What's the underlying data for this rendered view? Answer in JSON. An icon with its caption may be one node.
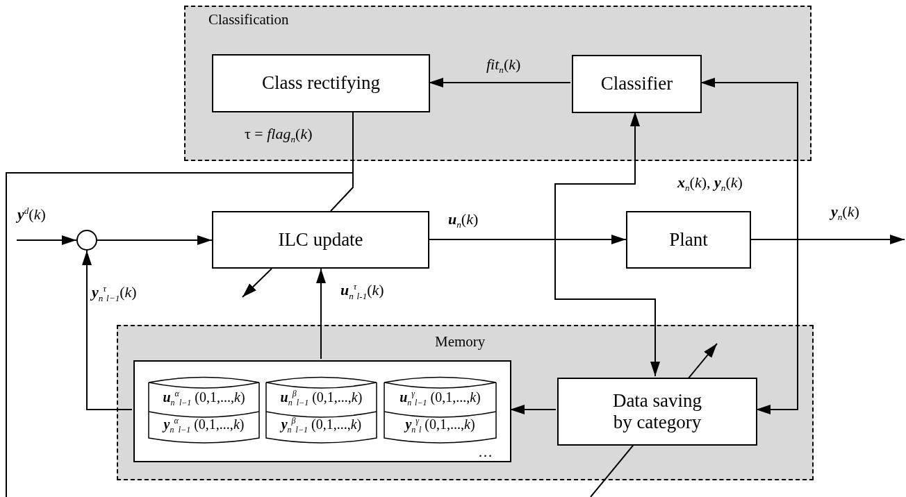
{
  "diagram": {
    "nodes": [
      {
        "text": [
          "Classification"
        ]
      },
      {
        "text": [
          "Class rectifying"
        ],
        "in": 0
      },
      {
        "text": [
          "Classifier"
        ],
        "in": 0
      },
      {
        "text": [
          "ILC update"
        ]
      },
      {
        "text": [
          "Plant"
        ]
      },
      {
        "text": [],
        "shape": "circle"
      },
      {
        "text": [
          "Memory"
        ]
      },
      {
        "text": [
          "…"
        ],
        "in": 6
      },
      {
        "text": [
          "**u**$_{n}$$^{α}$$_{l−1}$ (0,1,...,*k*)",
          "**y**$_{n}$$^{α}$$_{l−1}$ (0,1,...,*k*)"
        ],
        "in": 7
      },
      {
        "text": [
          "**u**$_{n}$$^{β}$$_{l−1}$ (0,1,...,*k*)",
          "**y**$_{n}$$^{β}$$_{l−1}$ (0,1,...,*k*)"
        ],
        "in": 7
      },
      {
        "text": [
          "**u**$_{n}$$^{γ}$$_{l−1}$ (0,1,...,*k*)",
          "**y**$_{n}$$^{γ}$$_{l}$ (0,1,...,*k*)"
        ],
        "in": 7
      },
      {
        "text": [
          "Data saving by category"
        ],
        "in": 6
      }
    ],
    "edges": [
      {
        "from": null,
        "to": 5,
        "arrow": "to",
        "label": "**y**$^{d}$(*k*)"
      },
      {
        "from": 5,
        "to": 3,
        "arrow": "to"
      },
      {
        "from": 3,
        "to": 4,
        "arrow": "to",
        "label": "**u**$_{n}$(*k*)"
      },
      {
        "from": 4,
        "to": null,
        "arrow": "to",
        "label": "**y**$_{n}$(*k*)"
      },
      {
        "from": 2,
        "to": 1,
        "arrow": "to",
        "label": "*fit*$_{n}$(*k*)"
      },
      {
        "from": 1,
        "to": 3,
        "arrow": "none",
        "label": "τ = *flag*$_{n}$(*k*)"
      },
      {
        "from": 1,
        "to": null,
        "arrow": "none"
      },
      {
        "from": 3,
        "to": 2,
        "arrow": "to"
      },
      {
        "from": 3,
        "to": 11,
        "arrow": "to"
      },
      {
        "from": 4,
        "to": 2,
        "arrow": "to",
        "label": "**x**$_{n}$(*k*), **y**$_{n}$(*k*)"
      },
      {
        "from": 4,
        "to": 11,
        "arrow": "to"
      },
      {
        "from": 11,
        "to": 7,
        "arrow": "to"
      },
      {
        "from": 7,
        "to": 3,
        "arrow": "to",
        "label": "**u**$_{n}$$^{τ}$$_{l-1}$(*k*)"
      },
      {
        "from": 7,
        "to": 5,
        "arrow": "to",
        "label": "**y**$_{n}$$^{τ}$$_{l−1}$(*k*)"
      }
    ]
  }
}
